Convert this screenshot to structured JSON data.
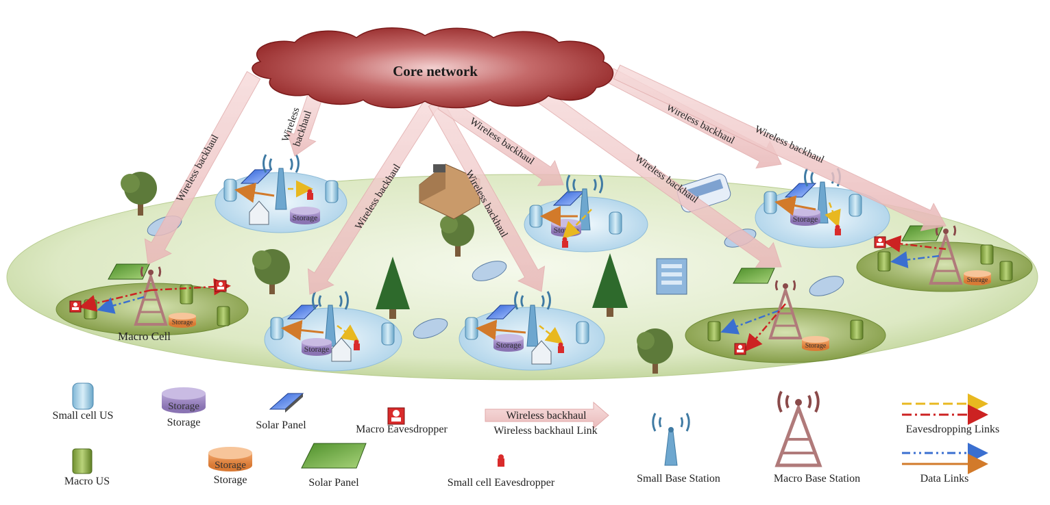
{
  "core": {
    "label": "Core network"
  },
  "backhaul_label": "Wireless backhaul",
  "backhaul_two_line": [
    "Wireless",
    "backhaul"
  ],
  "macro_cell_label": "Macro Cell",
  "storage_label": "Storage",
  "legend": {
    "small_cell_us": "Small cell US",
    "storage_purple": "Storage",
    "solar_panel_blue": "Solar Panel",
    "macro_eavesdropper": "Macro Eavesdropper",
    "wireless_backhaul_arrow": "Wireless backhaul",
    "wireless_backhaul_link": "Wireless backhaul Link",
    "small_base_station": "Small Base Station",
    "macro_base_station": "Macro Base Station",
    "eavesdropping_links": "Eavesdropping Links",
    "macro_us": "Macro US",
    "storage_orange": "Storage",
    "solar_panel_green": "Solar Panel",
    "small_cell_eavesdropper": "Small cell Eavesdropper",
    "data_links": "Data Links"
  },
  "colors": {
    "cloud": "#a83232",
    "ground": "#d9e8bf",
    "small_cell": "#c9e3f2",
    "macro_cell": "#8aa24a",
    "tower": "#b07a7a",
    "backhaul": "#f0c8c8",
    "eaves_yellow": "#e8b820",
    "eaves_red": "#cc2222",
    "data_blue": "#3a6fd0",
    "data_orange": "#d27a2a"
  }
}
